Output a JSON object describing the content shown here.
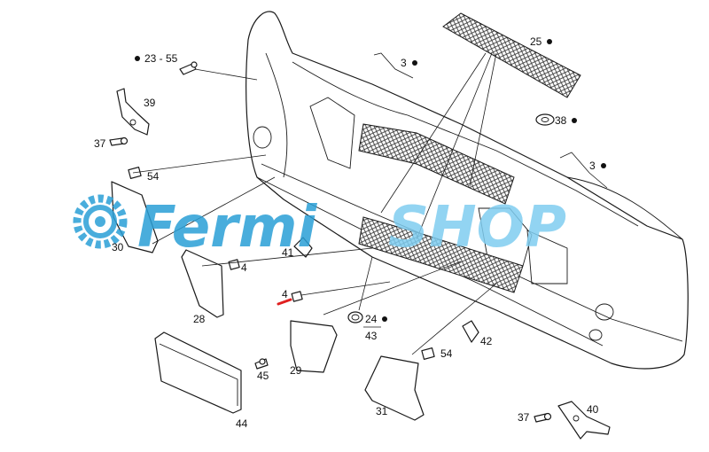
{
  "watermark": {
    "brand_part1": "Fermi",
    "brand_part2": "SHOP",
    "color_primary": "#2a9fd6",
    "color_secondary": "#7fcdf0"
  },
  "callouts": [
    {
      "id": "23-55",
      "text": "23 - 55",
      "dot": true
    },
    {
      "id": "3a",
      "text": "3",
      "dot": true
    },
    {
      "id": "25",
      "text": "25",
      "dot": true
    },
    {
      "id": "39",
      "text": "39",
      "dot": false
    },
    {
      "id": "37a",
      "text": "37",
      "dot": false
    },
    {
      "id": "38",
      "text": "38",
      "dot": true
    },
    {
      "id": "3b",
      "text": "3",
      "dot": true
    },
    {
      "id": "54a",
      "text": "54",
      "dot": false
    },
    {
      "id": "30",
      "text": "30",
      "dot": false
    },
    {
      "id": "41",
      "text": "41",
      "dot": false
    },
    {
      "id": "4a",
      "text": "4",
      "dot": false
    },
    {
      "id": "4b",
      "text": "4",
      "dot": false
    },
    {
      "id": "28",
      "text": "28",
      "dot": false
    },
    {
      "id": "24",
      "text": "24",
      "dot": true
    },
    {
      "id": "43",
      "text": "43",
      "dot": false
    },
    {
      "id": "42",
      "text": "42",
      "dot": false
    },
    {
      "id": "54b",
      "text": "54",
      "dot": false
    },
    {
      "id": "29",
      "text": "29",
      "dot": false
    },
    {
      "id": "45",
      "text": "45",
      "dot": false
    },
    {
      "id": "31",
      "text": "31",
      "dot": false
    },
    {
      "id": "37b",
      "text": "37",
      "dot": false
    },
    {
      "id": "40",
      "text": "40",
      "dot": false
    },
    {
      "id": "44",
      "text": "44",
      "dot": false
    }
  ],
  "highlight_color": "#e02020"
}
